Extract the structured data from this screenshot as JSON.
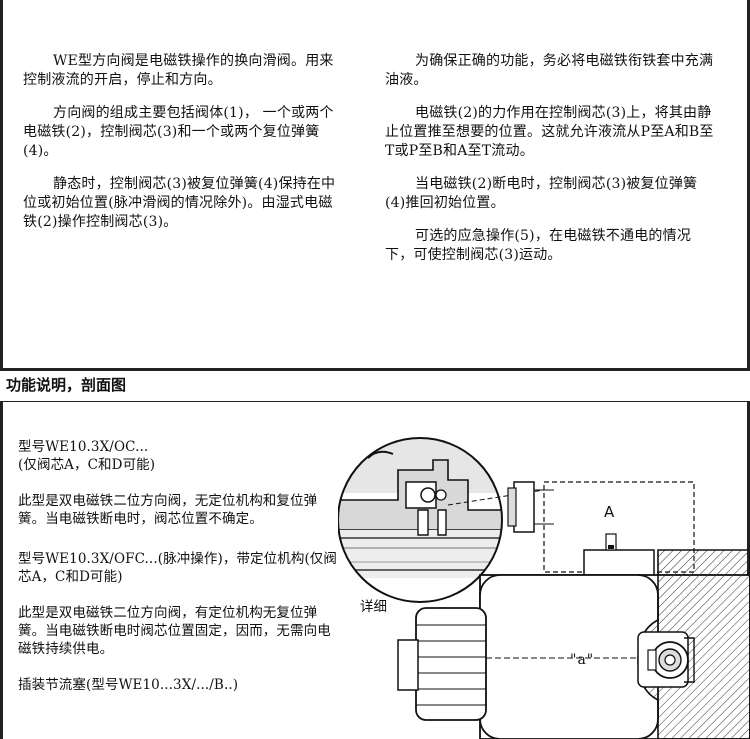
{
  "top": {
    "left_paragraphs": [
      "WE型方向阀是电磁铁操作的换向滑阀。用来控制液流的开启，停止和方向。",
      "方向阀的组成主要包括阀体(1)， 一个或两个电磁铁(2)，控制阀芯(3)和一个或两个复位弹簧(4)。",
      "静态时，控制阀芯(3)被复位弹簧(4)保持在中位或初始位置(脉冲滑阀的情况除外)。由湿式电磁铁(2)操作控制阀芯(3)。"
    ],
    "right_paragraphs": [
      "为确保正确的功能，务必将电磁铁衔铁套中充满油液。",
      "电磁铁(2)的力作用在控制阀芯(3)上，将其由静止位置推至想要的位置。这就允许液流从P至A和B至T或P至B和A至T流动。",
      "当电磁铁(2)断电时，控制阀芯(3)被复位弹簧(4)推回初始位置。",
      "可选的应急操作(5)，在电磁铁不通电的情况下，可使控制阀芯(3)运动。"
    ]
  },
  "section": {
    "title": "功能说明，剖面图"
  },
  "lower": {
    "model1": "型号WE10.3X/OC...",
    "model1_note": "(仅阀芯A，C和D可能)",
    "desc1": "此型是双电磁铁二位方向阀，无定位机构和复位弹簧。当电磁铁断电时，阀芯位置不确定。",
    "model2": "型号WE10.3X/OFC...(脉冲操作)，带定位机构(仅阀芯A，C和D可能)",
    "desc2": "此型是双电磁铁二位方向阀，有定位机构无复位弹簧。当电磁铁断电时阀芯位置固定，因而，无需向电磁铁持续供电。",
    "throttle": "插装节流塞(型号WE10...3X/.../B..)"
  },
  "diagram": {
    "detail_label": "详细",
    "label_a": "A",
    "label_quote_a": "\"a\""
  }
}
